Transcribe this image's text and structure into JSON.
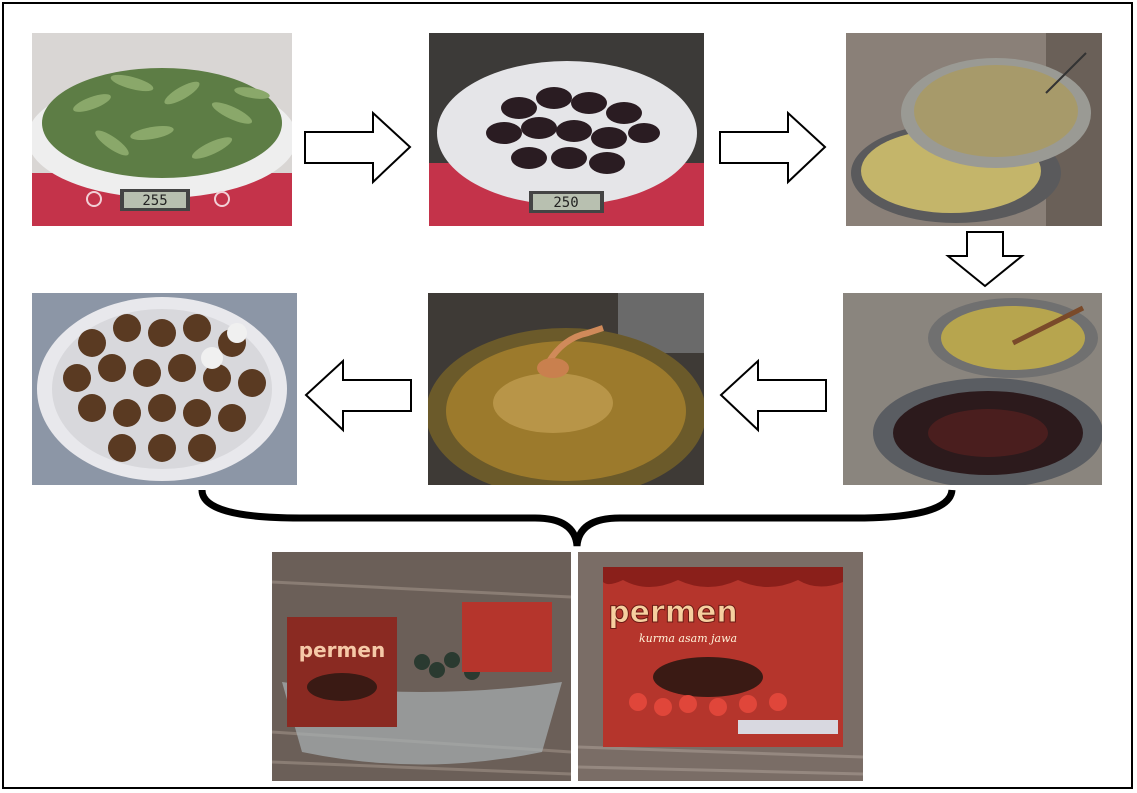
{
  "steps": [
    {
      "id": "leaves",
      "icon": "leaves-on-scale-photo",
      "scale_reading": "255"
    },
    {
      "id": "dates",
      "icon": "dates-on-scale-photo",
      "scale_reading": "250"
    },
    {
      "id": "paste",
      "icon": "leaf-paste-sieving-photo"
    },
    {
      "id": "mixing",
      "icon": "mixing-bowls-photo"
    },
    {
      "id": "cooking",
      "icon": "syrup-cooking-photo"
    },
    {
      "id": "candies",
      "icon": "flower-candies-photo"
    }
  ],
  "products": [
    {
      "id": "pack-bowl",
      "icon": "packaged-candy-bowl-photo",
      "brand": "permen"
    },
    {
      "id": "pack-box",
      "icon": "candy-box-photo",
      "brand": "permen",
      "subtitle": "kurma asam jawa"
    }
  ],
  "colors": {
    "scale_red": "#c4334a",
    "leaf_green": "#6f8f55",
    "date_dark": "#2a1c22",
    "syrup_amber": "#9c7a2c",
    "candy_brown": "#5a3a22",
    "wood_grey": "#6b5f58",
    "box_red": "#b5352c"
  }
}
